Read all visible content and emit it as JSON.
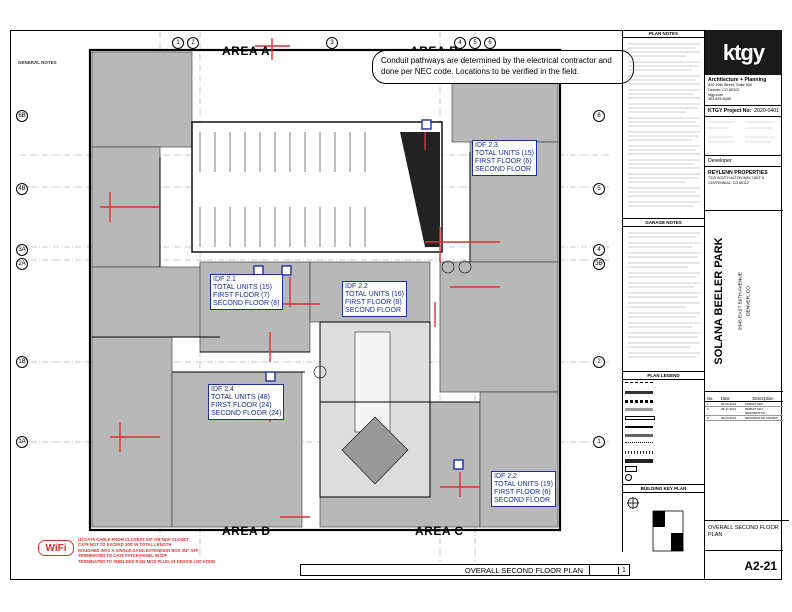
{
  "plan": {
    "area_labels": [
      "AREA A",
      "AREA B",
      "AREA D",
      "AREA C"
    ],
    "callout": "Conduit pathways are determined by the electrical contractor and done per NEC code. Locations to be verified in the field.",
    "general_notes_heading": "GENERAL NOTES",
    "idfs": [
      {
        "name": "IDF 2.3",
        "total": "TOTAL UNITS (15)",
        "first": "FIRST FLOOR (6)",
        "second": "SECOND FLOOR"
      },
      {
        "name": "IDF 2.1",
        "total": "TOTAL UNITS (15)",
        "first": "FIRST FLOOR (7)",
        "second": "SECOND FLOOR (8)"
      },
      {
        "name": "IDF 2.2",
        "total": "TOTAL UNITS (16)",
        "first": "FIRST FLOOR (8)",
        "second": "SECOND FLOOR"
      },
      {
        "name": "IDF 2.4",
        "total": "TOTAL UNITS (48)",
        "first": "FIRST FLOOR (24)",
        "second": "SECOND FLOOR (24)"
      },
      {
        "name": "IDF 2.2",
        "total": "TOTAL UNITS (19)",
        "first": "FIRST FLOOR (6)",
        "second": "SECOND FLOOR"
      }
    ],
    "grid_left": [
      "6B",
      "4B",
      "3A",
      "2A",
      "1B",
      "1A"
    ],
    "grid_right": [
      "6",
      "5",
      "4",
      "3B",
      "2",
      "1"
    ],
    "grid_top": [
      "1",
      "2",
      "3",
      "4",
      "5",
      "6"
    ],
    "wifi_label": "WiFi",
    "wifi_notes": [
      "(1) CAT6 CABLE FROM CLOSEST IDF OR MDF CLOSET",
      "CAT6 NOT TO EXCEED 300' IN TOTAL LENGTH",
      "ROUGHED INTO A SINGLE GANG EXTENSION BOX 3/4\" AFF",
      "TERMINATED TO CAT6 PATCH PANEL IN IDF",
      "TERMINATED TO SHIELDED RJ45 MOD PLUG AT DEVICE LOCATION"
    ],
    "sheet_view_title": "OVERALL SECOND FLOOR PLAN",
    "sheet_view_number": "1"
  },
  "panels": {
    "plan_notes": "PLAN NOTES",
    "garage_notes": "GARAGE NOTES",
    "plan_legend": "PLAN LEGEND",
    "building_key_plan": "BUILDING KEY PLAN"
  },
  "title_block": {
    "logo": "ktgy",
    "firm": "Architecture + Planning",
    "address": [
      "820 16th Street, Suite 500",
      "Denver, CO 80202",
      "ktgy.com",
      "303.825.6400"
    ],
    "project_label": "KTGY Project No:",
    "project_no": "2020-0401",
    "developer_heading": "Developer",
    "developer_name": "REYLENN PROPERTIES",
    "developer_address": [
      "7315 SOUTH ALTON WAY, UNIT D",
      "CENTENNIAL, CO 80112"
    ],
    "project_name": "SOLANA BEELER PARK",
    "street": "9345 EAST 56TH AVENUE",
    "city": "DENVER, CO",
    "revisions": {
      "headers": [
        "No.",
        "Date",
        "Description"
      ],
      "rows": [
        [
          "1",
          "06-20-2021",
          "PERMIT SET"
        ],
        [
          "2",
          "08-17-2021",
          "PERMIT SET RESUBMITTAL"
        ],
        [
          "3",
          "09-24-2021",
          "RESUBMITTAL PERMIT"
        ]
      ]
    },
    "sheet_title": "OVERALL SECOND FLOOR PLAN",
    "sheet_number": "A2-21"
  },
  "colors": {
    "red": "#e03030",
    "blue": "#1b2f9e",
    "building": "#9a9a9a",
    "dark": "#1a1a1a"
  }
}
